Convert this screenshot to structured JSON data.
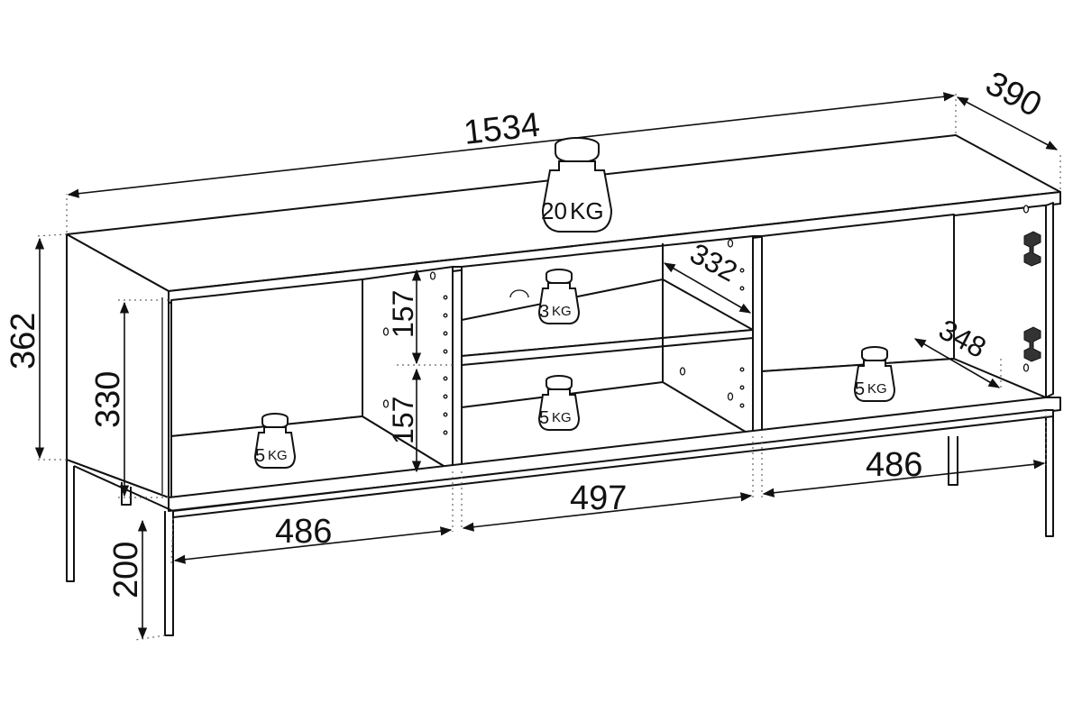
{
  "dimensions": {
    "width_total": "1534",
    "depth_total": "390",
    "height_total": "362",
    "height_body": "330",
    "height_legs": "200",
    "shelf_gap_upper": "157",
    "shelf_gap_lower": "157",
    "shelf_depth": "332",
    "compartment_right_depth": "348",
    "compartment_left_width": "486",
    "compartment_middle_width": "497",
    "compartment_right_width": "486"
  },
  "weights": {
    "top": {
      "num": "20",
      "unit": "KG"
    },
    "upper_shelf": {
      "num": "3",
      "unit": "KG"
    },
    "lower_shelf": {
      "num": "5",
      "unit": "KG"
    },
    "left_bottom": {
      "num": "5",
      "unit": "KG"
    },
    "right_bottom": {
      "num": "5",
      "unit": "KG"
    }
  }
}
